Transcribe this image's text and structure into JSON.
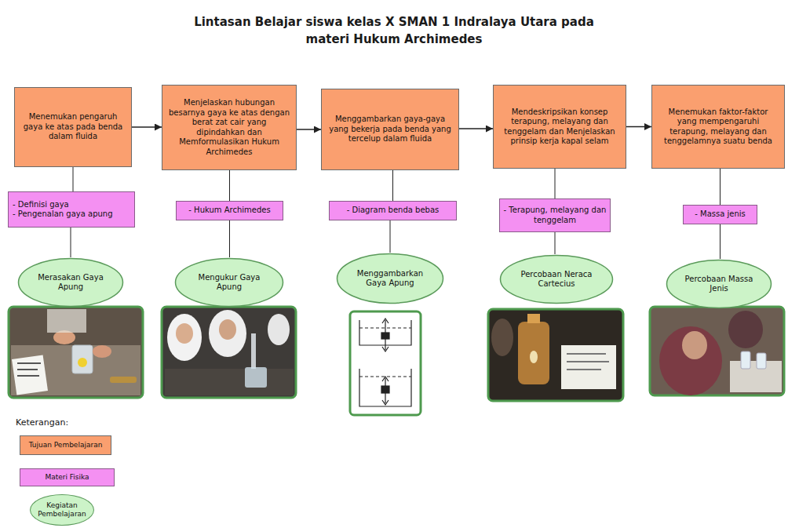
{
  "diagram": {
    "title": "Lintasan Belajar siswa kelas X SMAN 1 Indralaya Utara pada materi Hukum Archimedes",
    "nodes": [
      {
        "text": [
          "Menemukan pengaruh gaya ke atas pada benda dalam fluida"
        ]
      },
      {
        "text": [
          "Menjelaskan hubungan besarnya gaya ke atas dengan berat zat cair yang dipindahkan dan Memformulasikan Hukum Archimedes"
        ]
      },
      {
        "text": [
          "Menggambarkan gaya-gaya yang bekerja pada benda yang tercelup dalam fluida"
        ]
      },
      {
        "text": [
          "Mendeskripsikan konsep terapung, melayang dan tenggelam dan Menjelaskan prinsip kerja kapal selam"
        ]
      },
      {
        "text": [
          "Menemukan faktor-faktor yang mempengaruhi terapung, melayang dan tenggelamnya suatu benda"
        ]
      },
      {
        "text": [
          "- Definisi gaya",
          "- Pengenalan gaya apung"
        ]
      },
      {
        "text": [
          "- Hukum Archimedes"
        ]
      },
      {
        "text": [
          "- Diagram benda bebas"
        ]
      },
      {
        "text": [
          "- Terapung, melayang dan tenggelam"
        ]
      },
      {
        "text": [
          "- Massa jenis"
        ]
      },
      {
        "text": [
          "Merasakan Gaya Apung"
        ]
      },
      {
        "text": [
          "Mengukur Gaya Apung"
        ]
      },
      {
        "text": [
          "Menggambarkan Gaya Apung"
        ]
      },
      {
        "text": [
          "Percobaan Neraca Cartecius"
        ]
      },
      {
        "text": [
          "Percobaan Massa Jenis"
        ]
      }
    ],
    "edges": [
      {
        "from": 0,
        "to": 1,
        "arrow": "to"
      },
      {
        "from": 1,
        "to": 2,
        "arrow": "to"
      },
      {
        "from": 2,
        "to": 3,
        "arrow": "to"
      },
      {
        "from": 3,
        "to": 4,
        "arrow": "to"
      },
      {
        "from": 0,
        "to": 5,
        "arrow": "none"
      },
      {
        "from": 1,
        "to": 6,
        "arrow": "none"
      },
      {
        "from": 2,
        "to": 7,
        "arrow": "none"
      },
      {
        "from": 3,
        "to": 8,
        "arrow": "none"
      },
      {
        "from": 4,
        "to": 9,
        "arrow": "none"
      },
      {
        "from": 5,
        "to": 10,
        "arrow": "none"
      },
      {
        "from": 6,
        "to": 11,
        "arrow": "none"
      },
      {
        "from": 7,
        "to": 12,
        "arrow": "none"
      },
      {
        "from": 8,
        "to": 13,
        "arrow": "none"
      },
      {
        "from": 9,
        "to": 14,
        "arrow": "none"
      }
    ],
    "labels": [
      "Keterangan:"
    ],
    "legend": [
      {
        "text": "Tujuan Pembelajaran",
        "color": "#fa9f6f"
      },
      {
        "text": "Materi Fisika",
        "color": "#f490f2"
      },
      {
        "text": "Kegiatan Pembelajaran",
        "color": "#ccf3c8"
      }
    ]
  }
}
